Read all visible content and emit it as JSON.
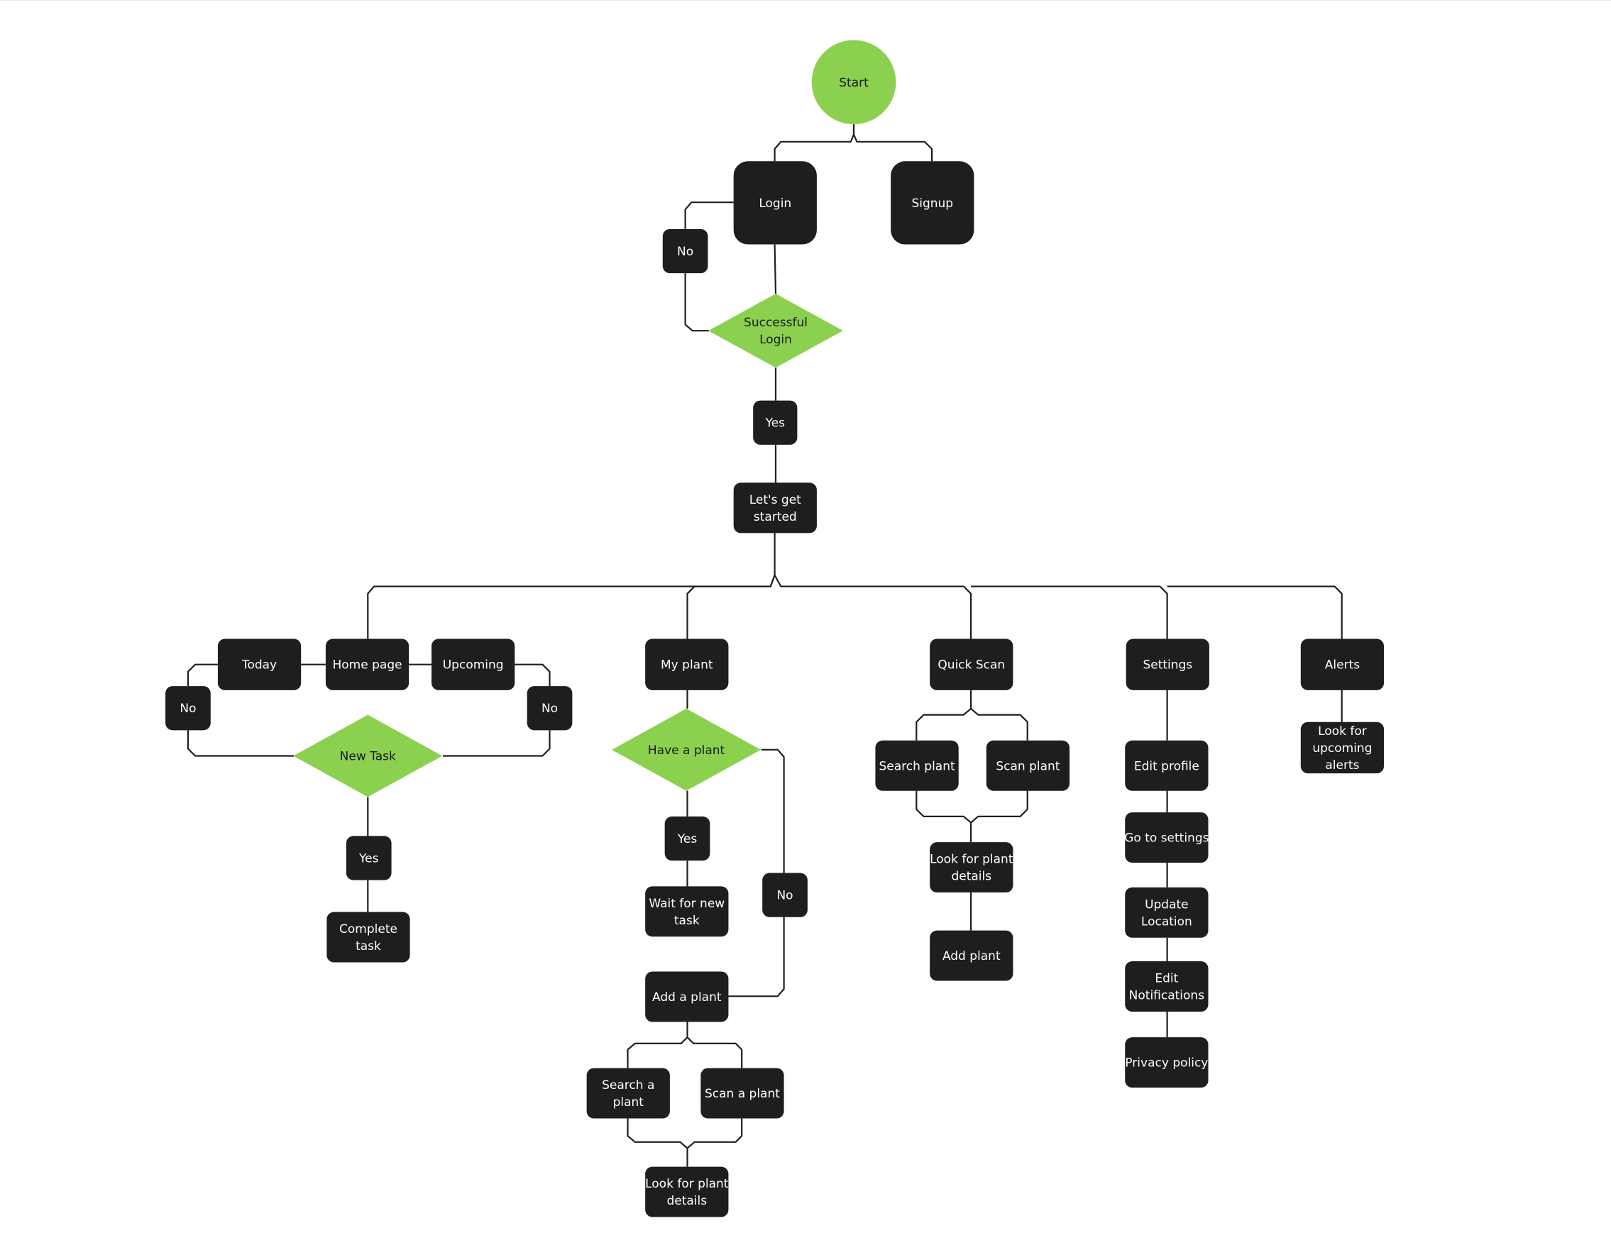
{
  "colors": {
    "dark_node": "#1e1e1e",
    "green_node": "#8bd14f",
    "connector": "#1e1e1e",
    "background": "#ffffff"
  },
  "nodes": {
    "start": {
      "label": "Start",
      "shape": "circle"
    },
    "login": {
      "label": "Login",
      "shape": "rect"
    },
    "signup": {
      "label": "Signup",
      "shape": "rect"
    },
    "login_no": {
      "label": "No",
      "shape": "rect"
    },
    "successful_login": {
      "label": "Successful\nLogin",
      "shape": "diamond"
    },
    "login_yes": {
      "label": "Yes",
      "shape": "rect"
    },
    "lets_get_started": {
      "label": "Let's get\nstarted",
      "shape": "rect"
    },
    "today": {
      "label": "Today",
      "shape": "rect"
    },
    "home_page": {
      "label": "Home page",
      "shape": "rect"
    },
    "upcoming": {
      "label": "Upcoming",
      "shape": "rect"
    },
    "today_no": {
      "label": "No",
      "shape": "rect"
    },
    "upcoming_no": {
      "label": "No",
      "shape": "rect"
    },
    "new_task": {
      "label": "New Task",
      "shape": "diamond"
    },
    "task_yes": {
      "label": "Yes",
      "shape": "rect"
    },
    "complete_task": {
      "label": "Complete\ntask",
      "shape": "rect"
    },
    "my_plant": {
      "label": "My plant",
      "shape": "rect"
    },
    "have_a_plant": {
      "label": "Have a plant",
      "shape": "diamond"
    },
    "plant_yes": {
      "label": "Yes",
      "shape": "rect"
    },
    "wait_new_task": {
      "label": "Wait for new\ntask",
      "shape": "rect"
    },
    "plant_no": {
      "label": "No",
      "shape": "rect"
    },
    "add_a_plant": {
      "label": "Add a plant",
      "shape": "rect"
    },
    "search_a_plant": {
      "label": "Search a\nplant",
      "shape": "rect"
    },
    "scan_a_plant": {
      "label": "Scan a plant",
      "shape": "rect"
    },
    "look_plant_details_1": {
      "label": "Look for plant\ndetails",
      "shape": "rect"
    },
    "quick_scan": {
      "label": "Quick Scan",
      "shape": "rect"
    },
    "search_plant": {
      "label": "Search plant",
      "shape": "rect"
    },
    "scan_plant": {
      "label": "Scan plant",
      "shape": "rect"
    },
    "look_plant_details_2": {
      "label": "Look for plant\ndetails",
      "shape": "rect"
    },
    "add_plant": {
      "label": "Add plant",
      "shape": "rect"
    },
    "settings": {
      "label": "Settings",
      "shape": "rect"
    },
    "edit_profile": {
      "label": "Edit profile",
      "shape": "rect"
    },
    "go_to_settings": {
      "label": "Go to settings",
      "shape": "rect"
    },
    "update_location": {
      "label": "Update\nLocation",
      "shape": "rect"
    },
    "edit_notifications": {
      "label": "Edit\nNotifications",
      "shape": "rect"
    },
    "privacy_policy": {
      "label": "Privacy policy",
      "shape": "rect"
    },
    "alerts": {
      "label": "Alerts",
      "shape": "rect"
    },
    "look_upcoming_alerts": {
      "label": "Look for\nupcoming\nalerts",
      "shape": "rect"
    }
  },
  "edges": [
    [
      "start",
      "login"
    ],
    [
      "start",
      "signup"
    ],
    [
      "login",
      "successful_login"
    ],
    [
      "successful_login",
      "login_no"
    ],
    [
      "login_no",
      "login"
    ],
    [
      "successful_login",
      "login_yes"
    ],
    [
      "login_yes",
      "lets_get_started"
    ],
    [
      "lets_get_started",
      "home_page"
    ],
    [
      "lets_get_started",
      "my_plant"
    ],
    [
      "lets_get_started",
      "quick_scan"
    ],
    [
      "lets_get_started",
      "settings"
    ],
    [
      "lets_get_started",
      "alerts"
    ],
    [
      "home_page",
      "today"
    ],
    [
      "home_page",
      "upcoming"
    ],
    [
      "today",
      "today_no"
    ],
    [
      "today_no",
      "new_task"
    ],
    [
      "upcoming",
      "upcoming_no"
    ],
    [
      "upcoming_no",
      "new_task"
    ],
    [
      "new_task",
      "task_yes"
    ],
    [
      "task_yes",
      "complete_task"
    ],
    [
      "my_plant",
      "have_a_plant"
    ],
    [
      "have_a_plant",
      "plant_yes"
    ],
    [
      "plant_yes",
      "wait_new_task"
    ],
    [
      "have_a_plant",
      "plant_no"
    ],
    [
      "plant_no",
      "add_a_plant"
    ],
    [
      "add_a_plant",
      "search_a_plant"
    ],
    [
      "add_a_plant",
      "scan_a_plant"
    ],
    [
      "search_a_plant",
      "look_plant_details_1"
    ],
    [
      "scan_a_plant",
      "look_plant_details_1"
    ],
    [
      "quick_scan",
      "search_plant"
    ],
    [
      "quick_scan",
      "scan_plant"
    ],
    [
      "search_plant",
      "look_plant_details_2"
    ],
    [
      "scan_plant",
      "look_plant_details_2"
    ],
    [
      "look_plant_details_2",
      "add_plant"
    ],
    [
      "settings",
      "edit_profile"
    ],
    [
      "edit_profile",
      "go_to_settings"
    ],
    [
      "go_to_settings",
      "update_location"
    ],
    [
      "update_location",
      "edit_notifications"
    ],
    [
      "edit_notifications",
      "privacy_policy"
    ],
    [
      "alerts",
      "look_upcoming_alerts"
    ]
  ]
}
